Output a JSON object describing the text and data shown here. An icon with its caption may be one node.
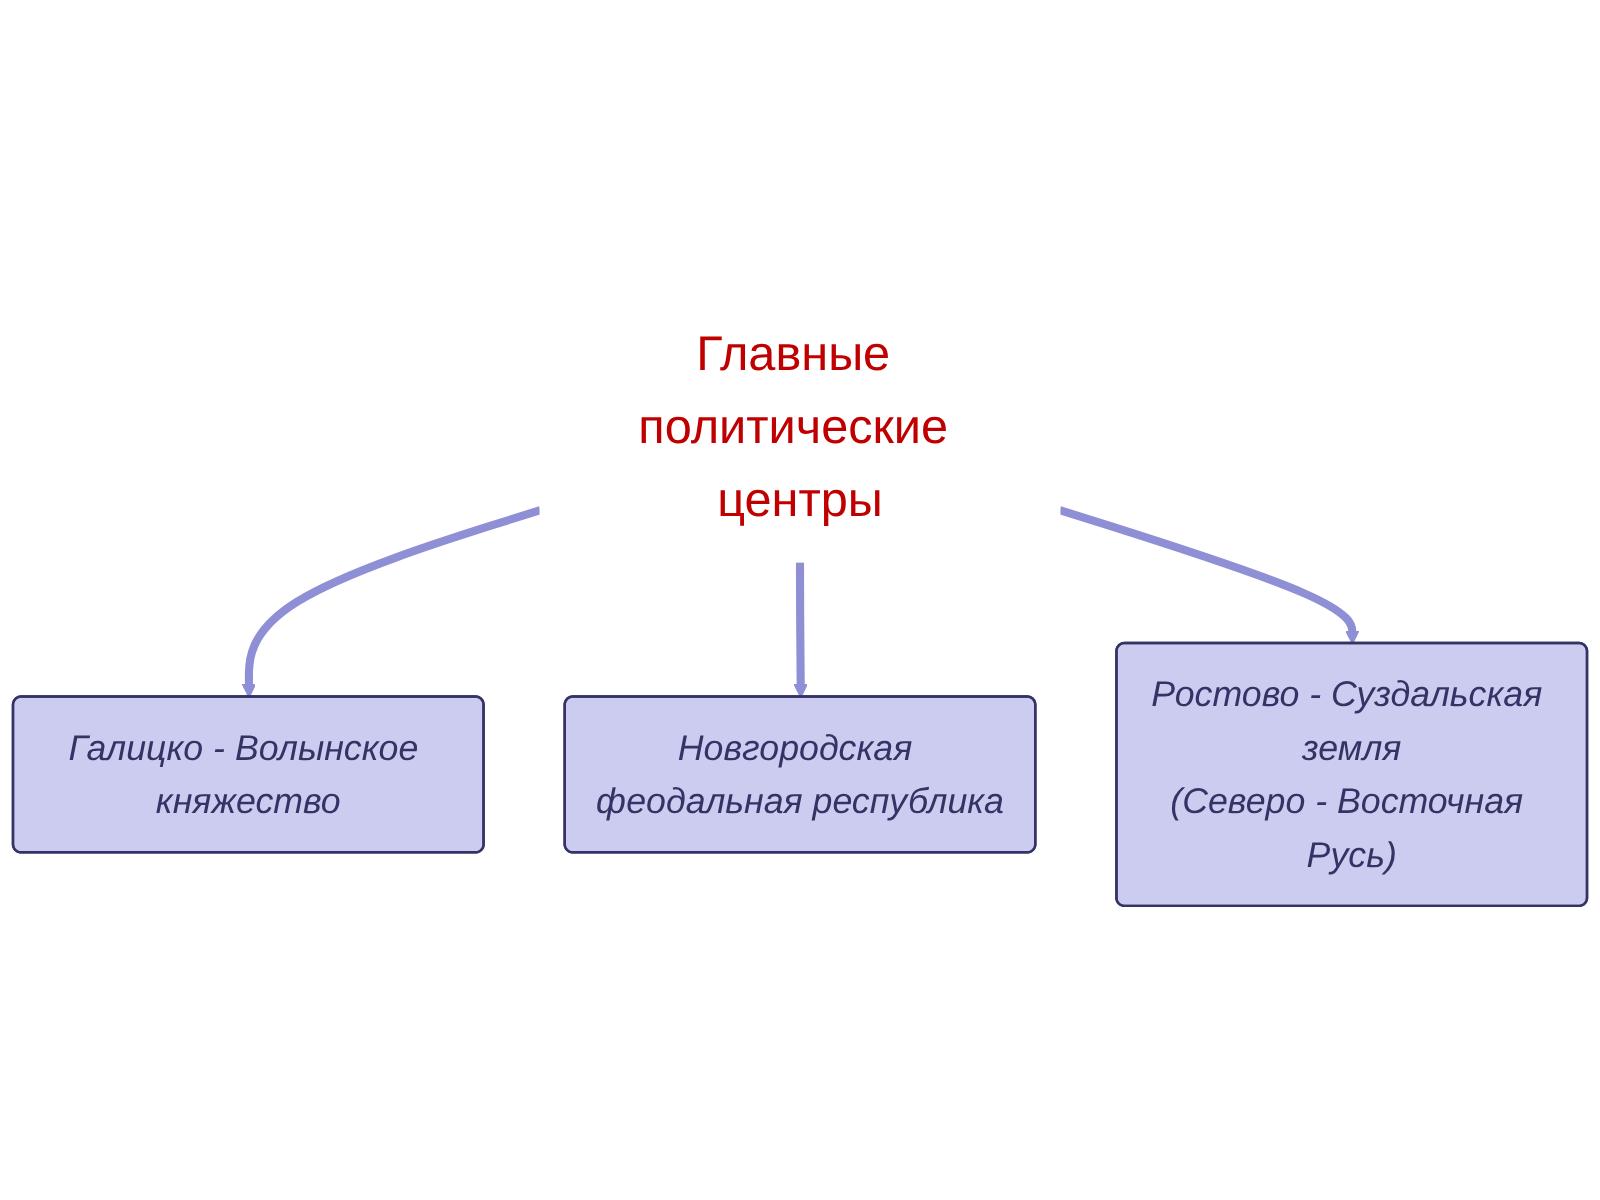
{
  "diagram": {
    "nodes": [
      {
        "text": [
          "Главные политические центры"
        ]
      },
      {
        "text": [
          "Галицко - Волынское княжество"
        ]
      },
      {
        "text": [
          "Новгородская феодальная республика"
        ]
      },
      {
        "text": [
          "Ростово - Суздальская земля",
          "(Северо - Восточная Русь)"
        ]
      }
    ],
    "edges": [
      {
        "from": 0,
        "to": 1,
        "arrow": "to"
      },
      {
        "from": 0,
        "to": 2,
        "arrow": "to"
      },
      {
        "from": 0,
        "to": 3,
        "arrow": "to"
      }
    ]
  }
}
